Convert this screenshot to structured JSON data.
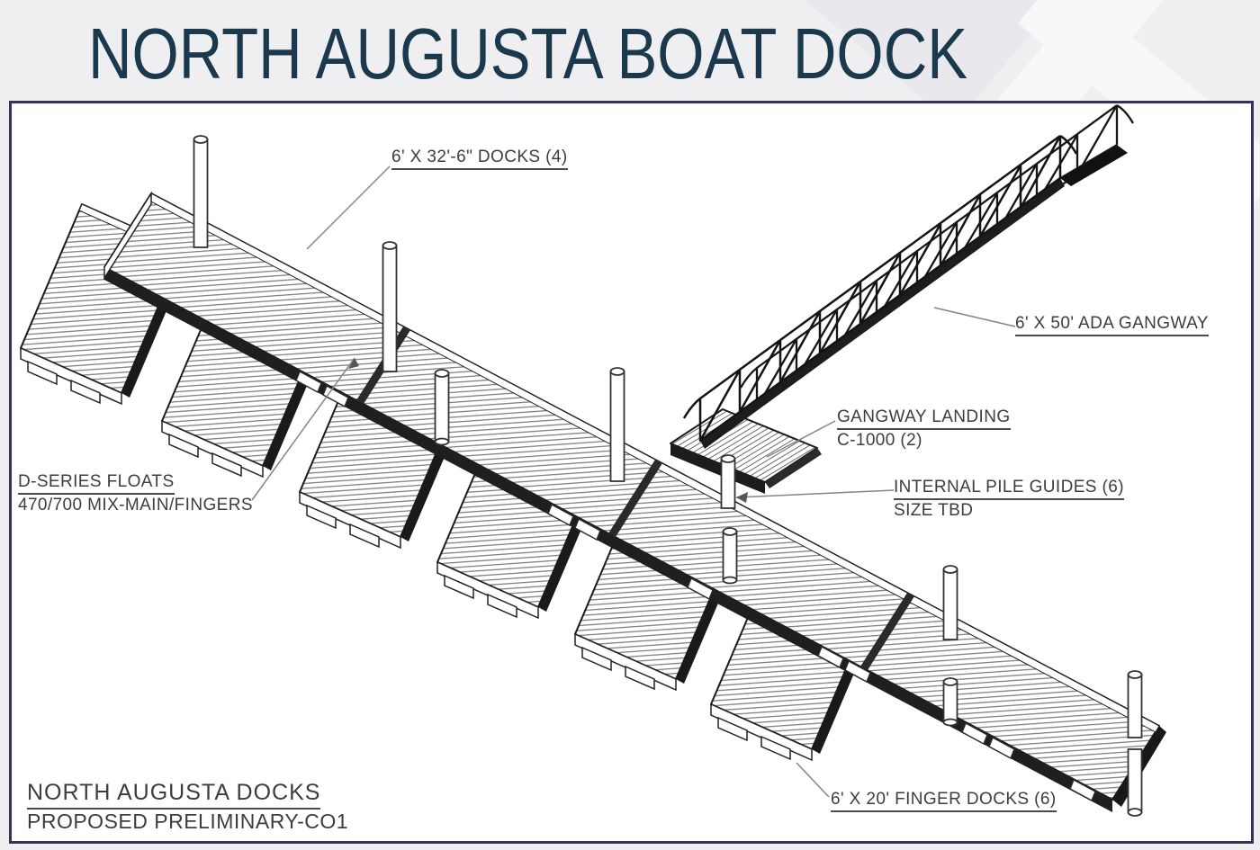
{
  "page": {
    "title": "NORTH AUGUSTA BOAT DOCK",
    "title_color": "#1b394c",
    "background_color": "#efeef1",
    "frame_border_color": "#343357",
    "annotation_text_color": "#3d3d3d"
  },
  "drawing": {
    "annotations": {
      "docks": {
        "text": "6' X 32'-6\" DOCKS (4)"
      },
      "gangway": {
        "text": "6' X 50' ADA GANGWAY"
      },
      "gangway_landing": {
        "line1": "GANGWAY LANDING",
        "line2": "C-1000 (2)"
      },
      "pile_guides": {
        "line1": "INTERNAL PILE GUIDES (6)",
        "line2": "SIZE TBD"
      },
      "floats": {
        "line1": "D-SERIES FLOATS",
        "line2": "470/700 MIX-MAIN/FINGERS"
      },
      "finger_docks": {
        "text": "6' X 20' FINGER DOCKS (6)"
      }
    },
    "title_block": {
      "line1": "NORTH AUGUSTA DOCKS",
      "line2": "PROPOSED PRELIMINARY-CO1"
    },
    "counts": {
      "main_dock_sections": 4,
      "finger_docks": 6,
      "internal_pile_guides": 6,
      "gangway_landings": 2
    }
  }
}
